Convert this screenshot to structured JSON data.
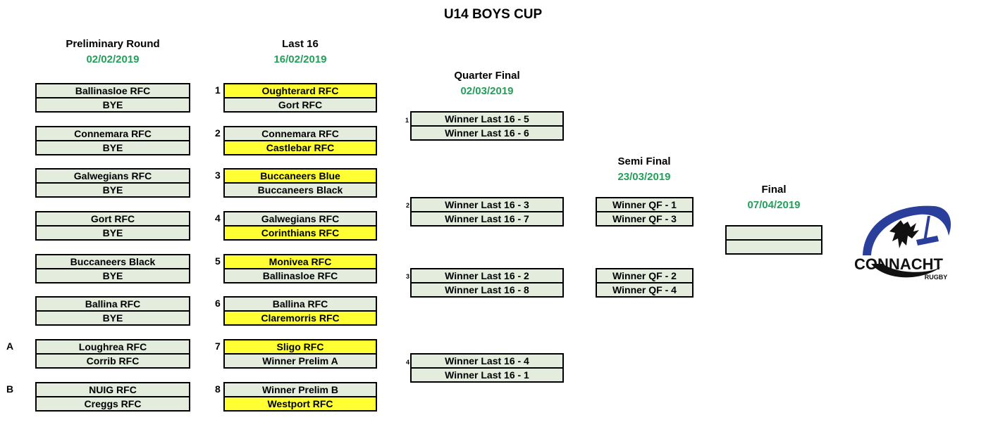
{
  "title": "U14 BOYS CUP",
  "rounds": {
    "prelim": {
      "name": "Preliminary Round",
      "date": "02/02/2019"
    },
    "last16": {
      "name": "Last 16",
      "date": "16/02/2019"
    },
    "qf": {
      "name": "Quarter Final",
      "date": "02/03/2019"
    },
    "sf": {
      "name": "Semi Final",
      "date": "23/03/2019"
    },
    "final": {
      "name": "Final",
      "date": "07/04/2019"
    }
  },
  "prelim": [
    {
      "label": "",
      "home": "Ballinasloe RFC",
      "away": "BYE"
    },
    {
      "label": "",
      "home": "Connemara RFC",
      "away": "BYE"
    },
    {
      "label": "",
      "home": "Galwegians RFC",
      "away": "BYE"
    },
    {
      "label": "",
      "home": "Gort RFC",
      "away": "BYE"
    },
    {
      "label": "",
      "home": "Buccaneers Black",
      "away": "BYE"
    },
    {
      "label": "",
      "home": "Ballina RFC",
      "away": "BYE"
    },
    {
      "label": "A",
      "home": "Loughrea RFC",
      "away": "Corrib RFC"
    },
    {
      "label": "B",
      "home": "NUIG RFC",
      "away": "Creggs RFC"
    }
  ],
  "last16": [
    {
      "num": "1",
      "home": "Oughterard RFC",
      "away": "Gort RFC",
      "home_hl": true,
      "away_hl": false
    },
    {
      "num": "2",
      "home": "Connemara RFC",
      "away": "Castlebar RFC",
      "home_hl": false,
      "away_hl": true
    },
    {
      "num": "3",
      "home": "Buccaneers Blue",
      "away": "Buccaneers Black",
      "home_hl": true,
      "away_hl": false
    },
    {
      "num": "4",
      "home": "Galwegians RFC",
      "away": "Corinthians RFC",
      "home_hl": false,
      "away_hl": true
    },
    {
      "num": "5",
      "home": "Monivea RFC",
      "away": "Ballinasloe RFC",
      "home_hl": true,
      "away_hl": false
    },
    {
      "num": "6",
      "home": "Ballina RFC",
      "away": "Claremorris RFC",
      "home_hl": false,
      "away_hl": true
    },
    {
      "num": "7",
      "home": "Sligo RFC",
      "away": "Winner Prelim A",
      "home_hl": true,
      "away_hl": false
    },
    {
      "num": "8",
      "home": "Winner Prelim B",
      "away": "Westport RFC",
      "home_hl": false,
      "away_hl": true
    }
  ],
  "qf": [
    {
      "num": "1",
      "home": "Winner Last 16 - 5",
      "away": "Winner Last 16 - 6"
    },
    {
      "num": "2",
      "home": "Winner Last 16 - 3",
      "away": "Winner Last 16 - 7"
    },
    {
      "num": "3",
      "home": "Winner Last 16 - 2",
      "away": "Winner Last 16 - 8"
    },
    {
      "num": "4",
      "home": "Winner Last 16 - 4",
      "away": "Winner Last 16 - 1"
    }
  ],
  "sf": [
    {
      "home": "Winner QF - 1",
      "away": "Winner QF - 3"
    },
    {
      "home": "Winner QF - 2",
      "away": "Winner QF - 4"
    }
  ],
  "final": {
    "home": "",
    "away": ""
  },
  "logo": {
    "wordmark": "CONNACHT",
    "sub": "RUGBY",
    "colors": {
      "blue": "#2a3f9c",
      "black": "#111111"
    }
  },
  "colors": {
    "cell": "#e3ecdd",
    "highlight": "#ffff33",
    "date": "#22a05a"
  }
}
